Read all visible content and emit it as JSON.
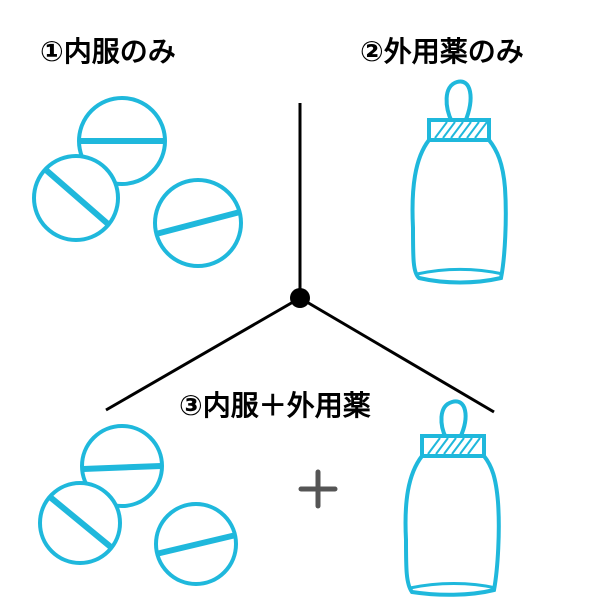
{
  "labels": {
    "option_1": "①内服のみ",
    "option_2": "②外用薬のみ",
    "option_3": "③内服＋外用薬",
    "plus_sign": "＋"
  },
  "colors": {
    "accent": "#1fb8dc",
    "line": "#000000",
    "plus": "#555555",
    "background": "#ffffff"
  },
  "icons": {
    "pill": "pill-icon",
    "bottle": "ointment-bottle-icon",
    "plus": "plus-icon",
    "junction": "junction-dot-icon"
  }
}
